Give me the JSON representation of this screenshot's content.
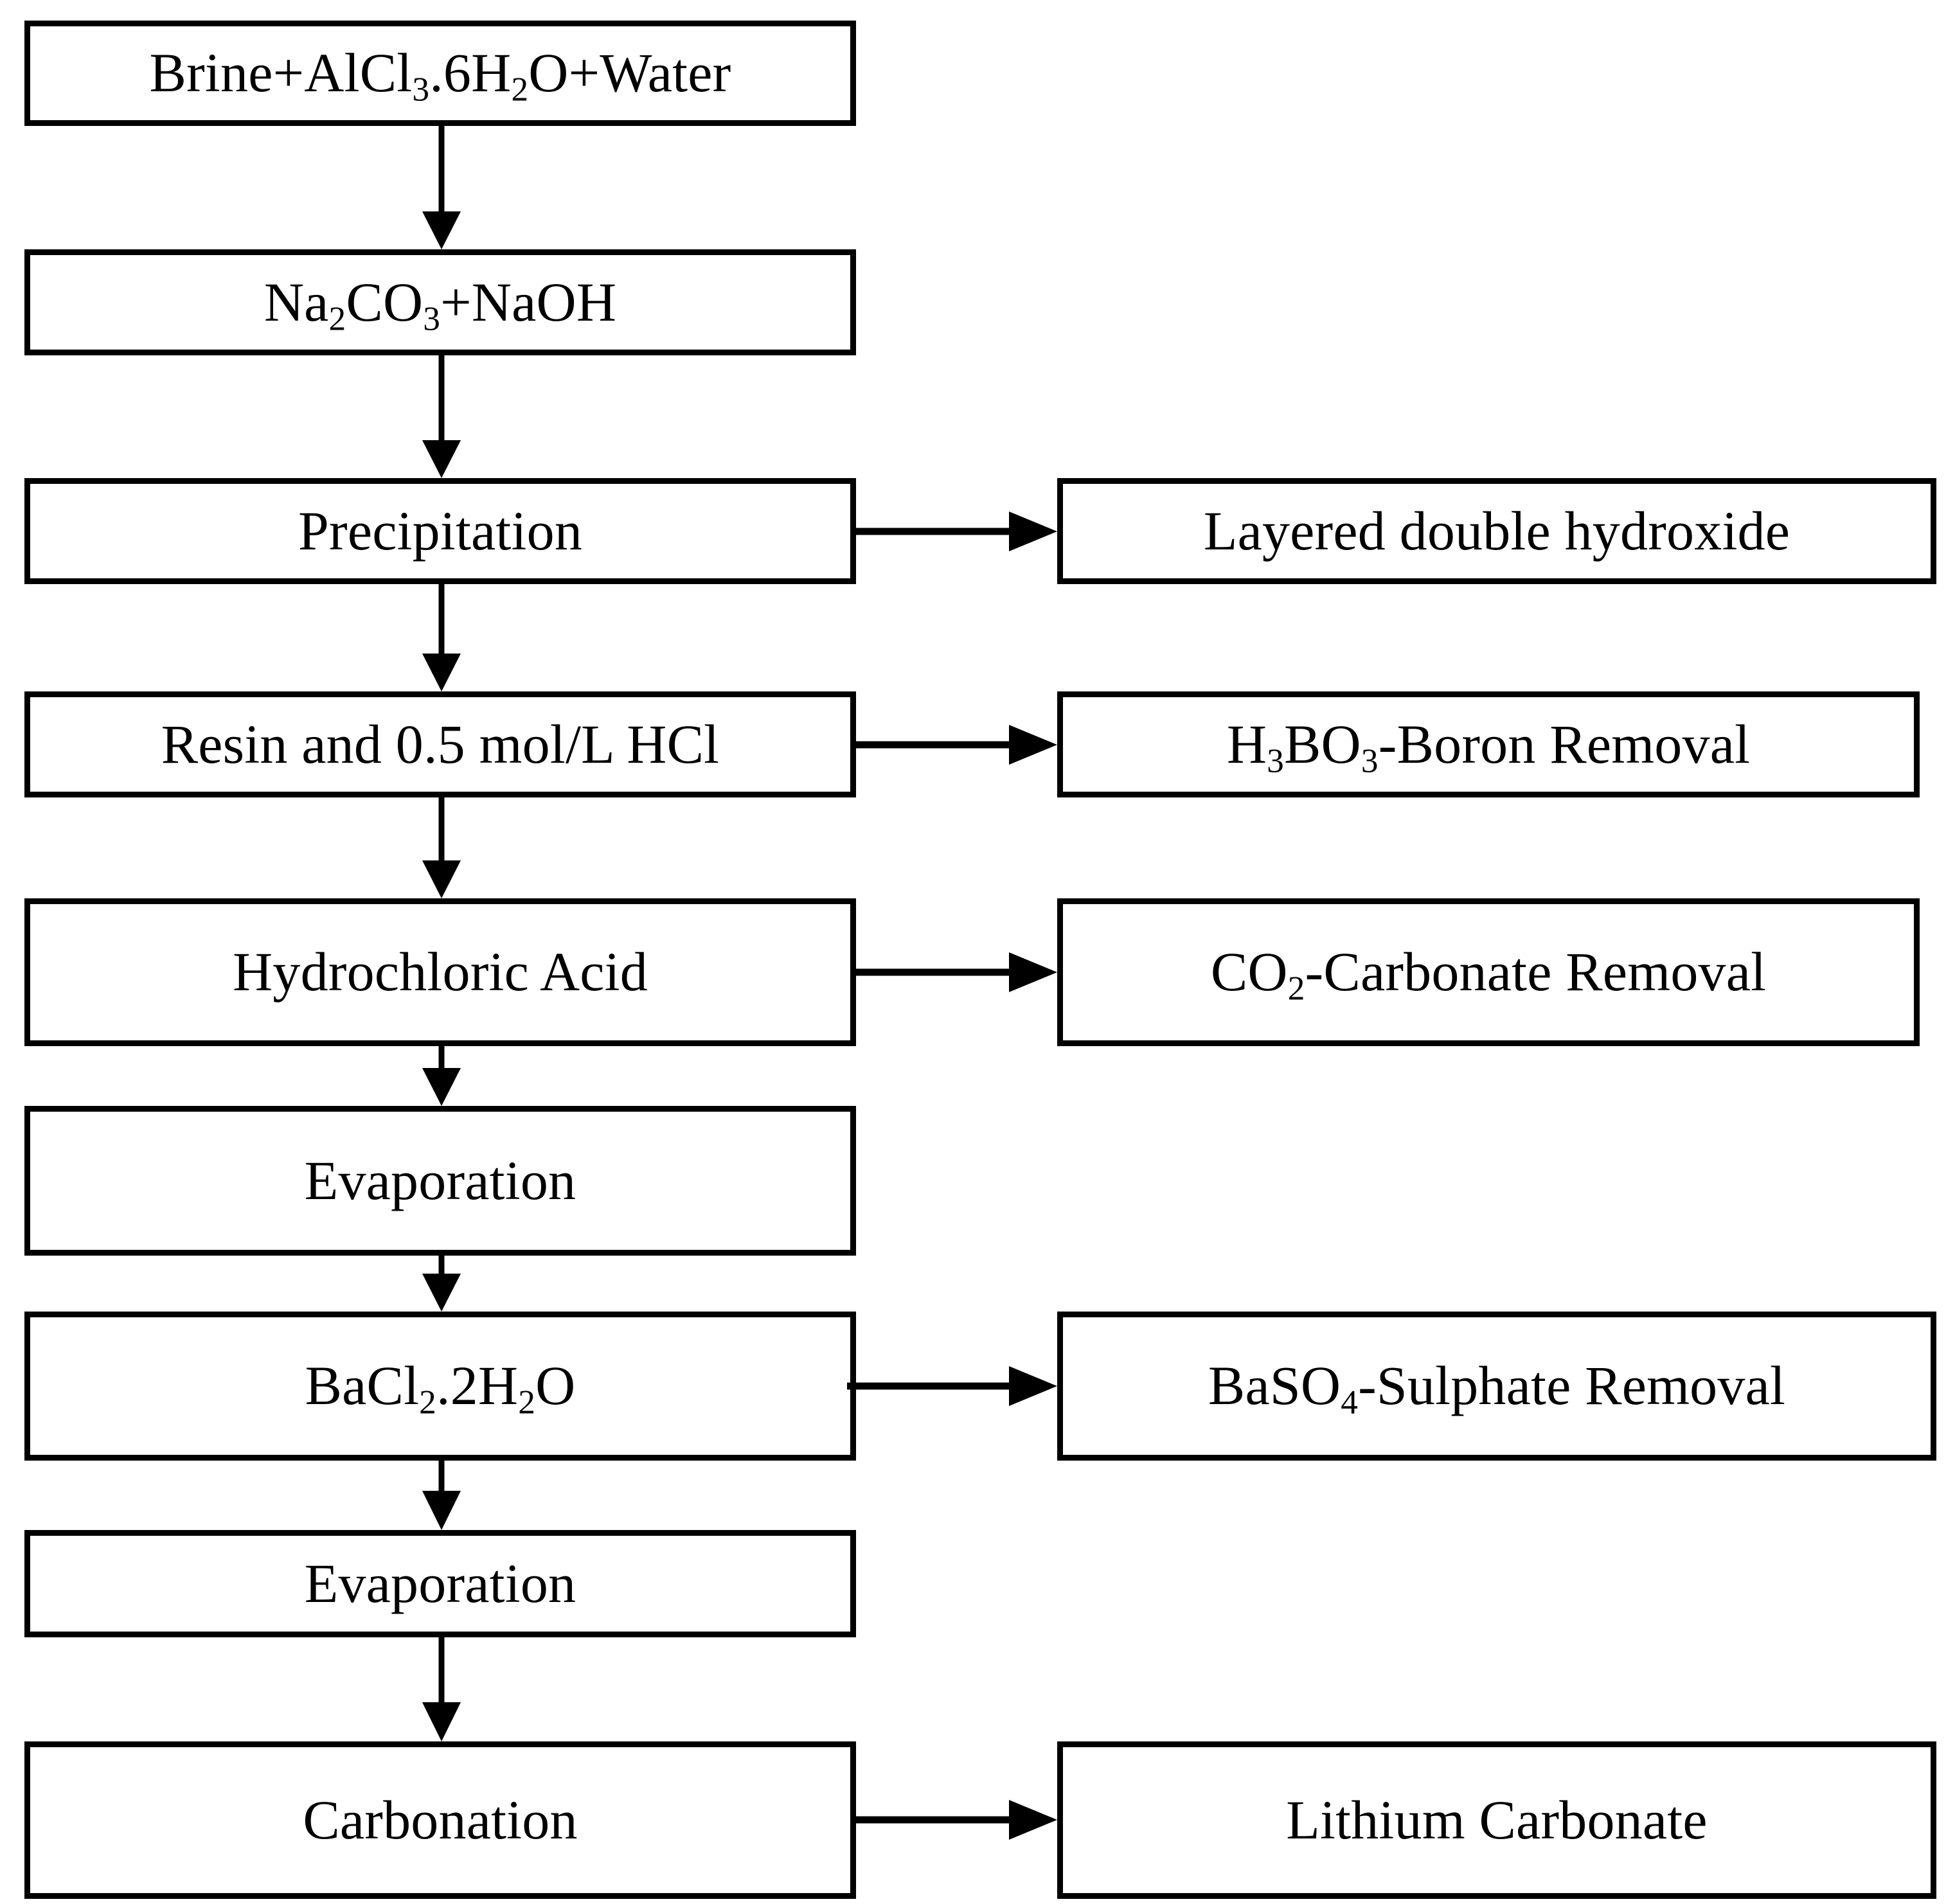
{
  "diagram": {
    "title": "Lithium carbonate production flowchart from brine",
    "style": {
      "line_color": "#000000",
      "box_fill": "#ffffff",
      "text_color": "#000000"
    },
    "process_nodes": [
      {
        "id": "brine",
        "label_html": "Brine+AlCl<sub>3</sub>.6H<sub>2</sub>O+Water",
        "label_text": "Brine+AlCl3.6H2O+Water"
      },
      {
        "id": "reagents",
        "label_html": "Na<sub>2</sub>CO<sub>3</sub>+NaOH",
        "label_text": "Na2CO3+NaOH"
      },
      {
        "id": "precipitation",
        "label_html": "Precipitation",
        "label_text": "Precipitation"
      },
      {
        "id": "resin",
        "label_html": "Resin and 0.5 mol/L HCl",
        "label_text": "Resin and 0.5 mol/L HCl"
      },
      {
        "id": "hcl",
        "label_html": "Hydrochloric Acid",
        "label_text": "Hydrochloric Acid"
      },
      {
        "id": "evaporation1",
        "label_html": "Evaporation",
        "label_text": "Evaporation"
      },
      {
        "id": "bacl2",
        "label_html": "BaCl<sub>2</sub>.2H<sub>2</sub>O",
        "label_text": "BaCl2.2H2O"
      },
      {
        "id": "evaporation2",
        "label_html": "Evaporation",
        "label_text": "Evaporation"
      },
      {
        "id": "carbonation",
        "label_html": "Carbonation",
        "label_text": "Carbonation"
      }
    ],
    "output_nodes": [
      {
        "id": "ldh",
        "label_html": "Layered double hydroxide",
        "label_text": "Layered double hydroxide",
        "from": "precipitation"
      },
      {
        "id": "boron",
        "label_html": "H<sub>3</sub>BO<sub>3</sub>-Boron Removal",
        "label_text": "H3BO3-Boron Removal",
        "from": "resin"
      },
      {
        "id": "carb_rem",
        "label_html": "CO<sub>2</sub>-Carbonate Removal",
        "label_text": "CO2-Carbonate Removal",
        "from": "hcl"
      },
      {
        "id": "sulphate",
        "label_html": "BaSO<sub>4</sub>-Sulphate Removal",
        "label_text": "BaSO4-Sulphate Removal",
        "from": "bacl2"
      },
      {
        "id": "li2co3",
        "label_html": "Lithium Carbonate",
        "label_text": "Lithium Carbonate",
        "from": "carbonation"
      }
    ],
    "vertical_flow_order": [
      "brine",
      "reagents",
      "precipitation",
      "resin",
      "hcl",
      "evaporation1",
      "bacl2",
      "evaporation2",
      "carbonation"
    ]
  }
}
